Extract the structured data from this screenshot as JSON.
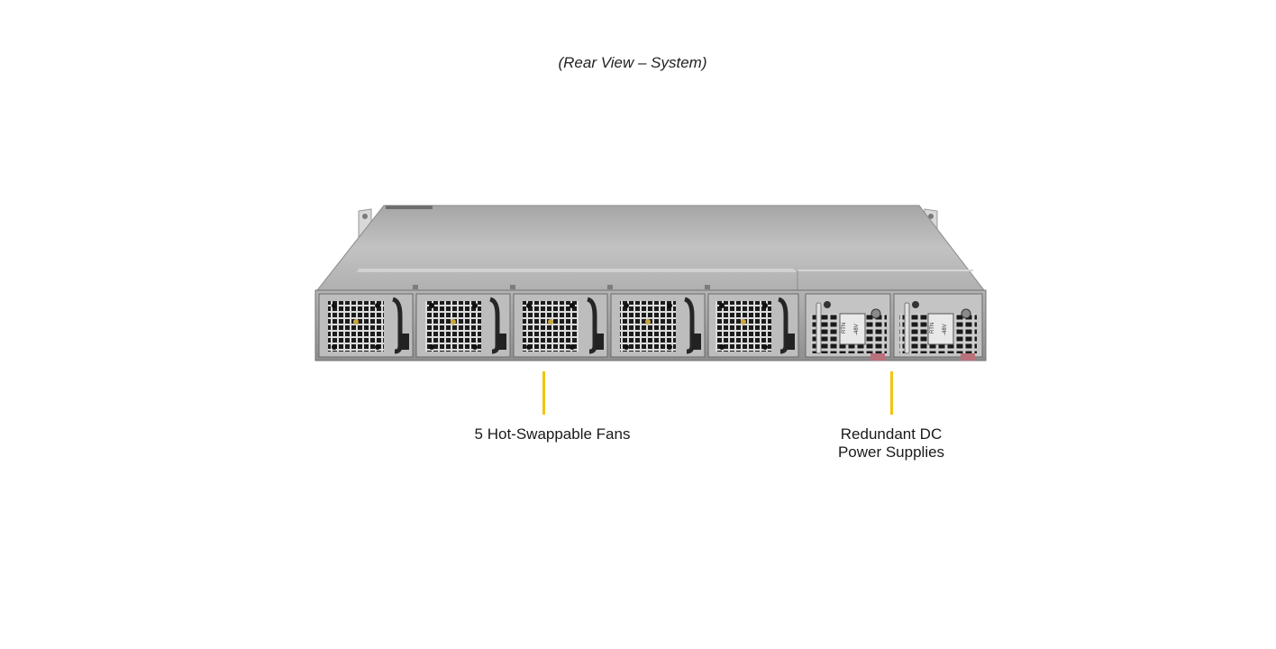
{
  "caption": "(Rear View – System)",
  "callouts": {
    "fans": {
      "label": "5 Hot-Swappable Fans",
      "count": 5,
      "line_color": "#f2c40f"
    },
    "psu": {
      "label_line1": "Redundant DC",
      "label_line2": "Power Supplies",
      "count": 2,
      "line_color": "#f2c40f"
    }
  },
  "psu_labels": [
    "RTN",
    "-48V"
  ],
  "colors": {
    "chassis": "#9c9c9c",
    "top_panel": "#b9b9b9",
    "leader": "#f2c40f",
    "release_tab": "#b8707a"
  }
}
